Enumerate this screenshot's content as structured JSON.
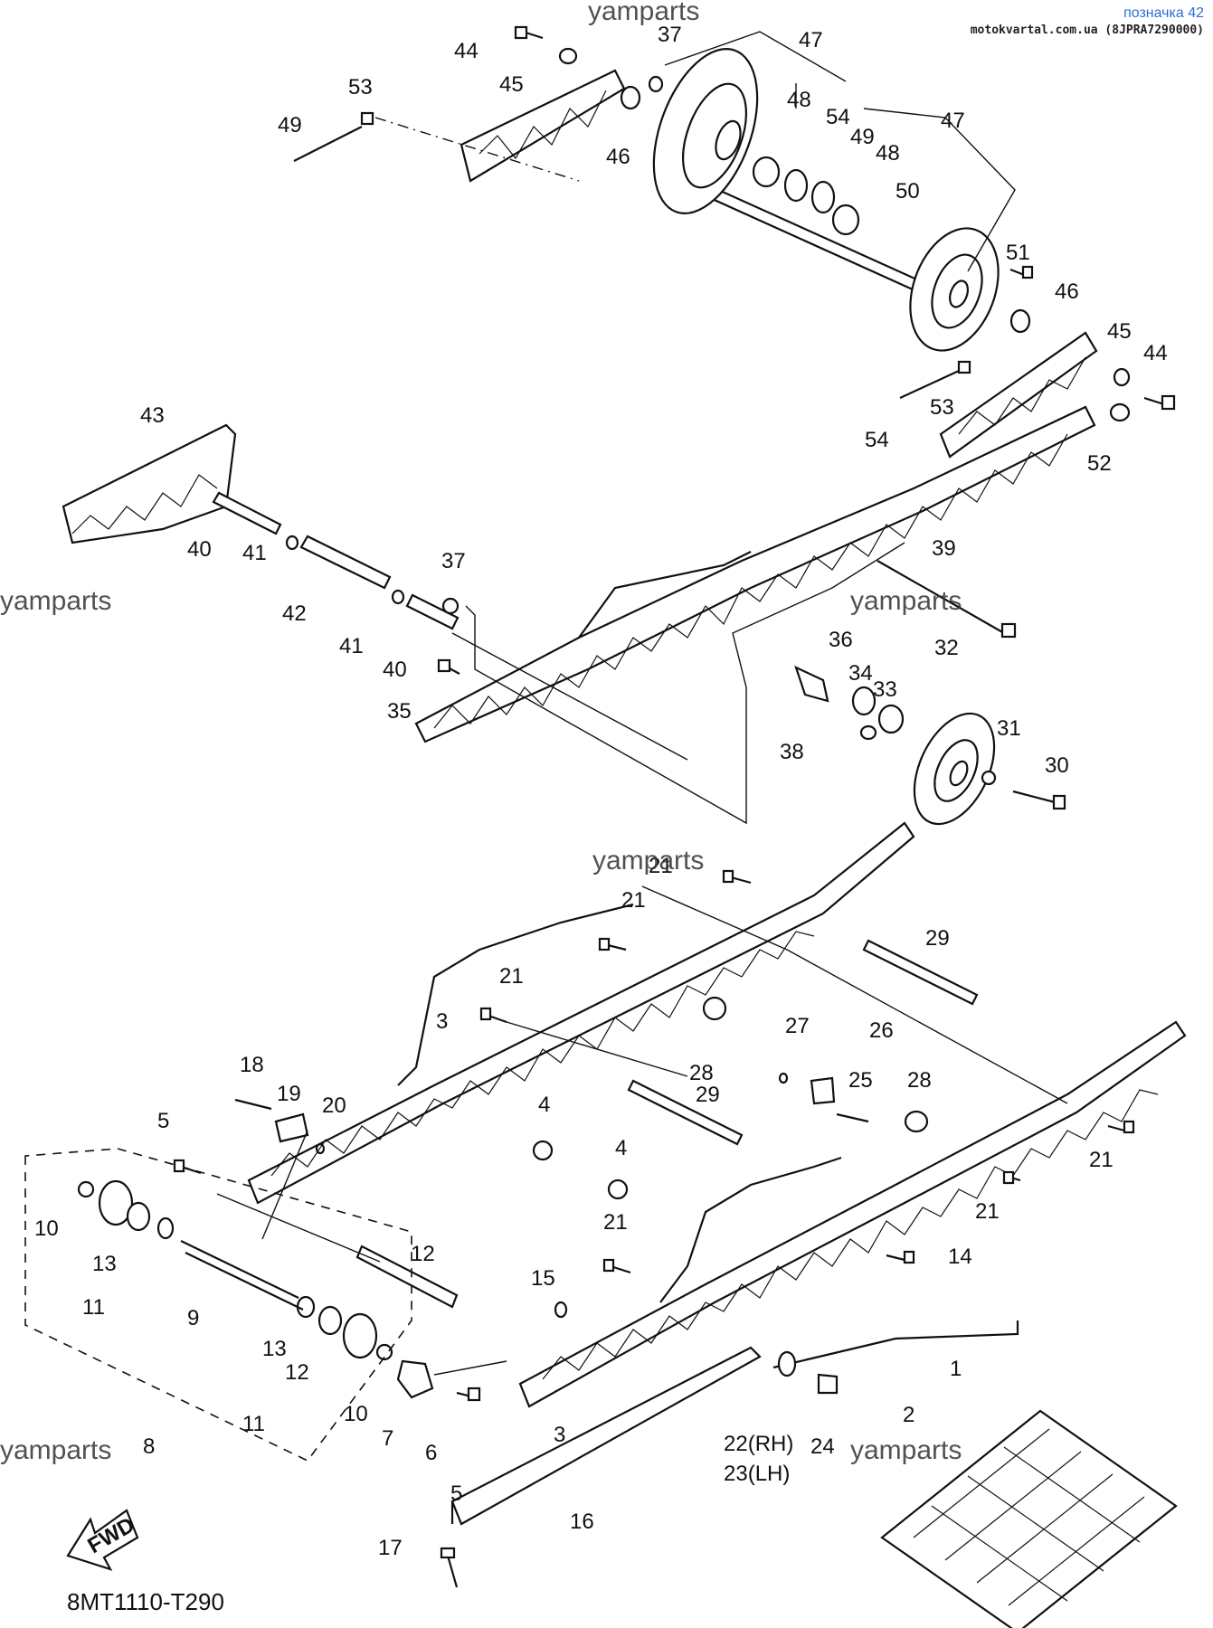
{
  "header": {
    "diagram_label": "позначка 42",
    "site": "motokvartal.com.ua (8JPRA7290000)"
  },
  "watermark": "yamparts",
  "diagram_code": "8MT1110-T290",
  "fwd_label": "FWD",
  "callouts": [
    "44",
    "37",
    "47",
    "45",
    "53",
    "48",
    "49",
    "54",
    "49",
    "47",
    "46",
    "48",
    "50",
    "51",
    "46",
    "45",
    "44",
    "53",
    "54",
    "52",
    "43",
    "40",
    "41",
    "42",
    "37",
    "39",
    "41",
    "36",
    "32",
    "40",
    "34",
    "33",
    "35",
    "31",
    "38",
    "30",
    "21",
    "21",
    "29",
    "21",
    "3",
    "27",
    "26",
    "18",
    "28",
    "19",
    "25",
    "28",
    "20",
    "29",
    "4",
    "5",
    "21",
    "4",
    "21",
    "10",
    "21",
    "14",
    "12",
    "13",
    "15",
    "9",
    "11",
    "13",
    "12",
    "10",
    "1",
    "11",
    "7",
    "2",
    "3",
    "8",
    "22(RH)",
    "24",
    "6",
    "5",
    "23(LH)",
    "16",
    "17"
  ]
}
